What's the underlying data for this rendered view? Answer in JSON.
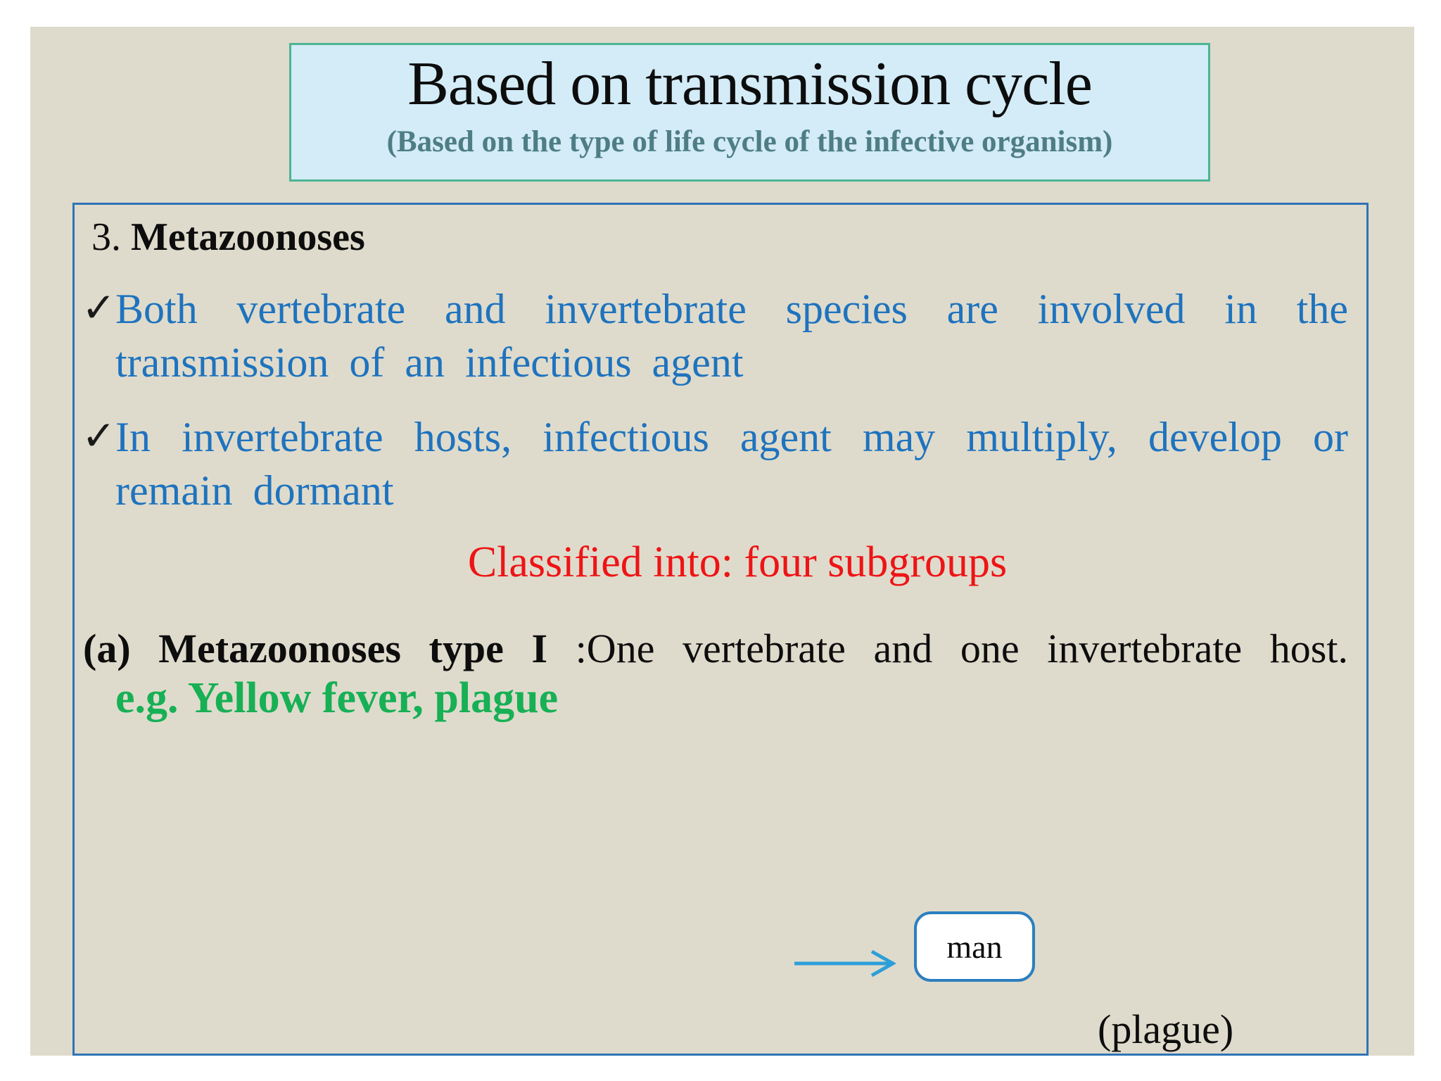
{
  "title_box": {
    "title": "Based on transmission cycle",
    "subtitle": "(Based on the type of life cycle of the infective organism)"
  },
  "content": {
    "heading_number": "3. ",
    "heading_word": "Metazoonoses",
    "bullet1": {
      "check": "✓",
      "line1": "Both vertebrate and invertebrate species are involved in the",
      "line2": "transmission of an infectious agent"
    },
    "bullet2": {
      "check": "✓",
      "line1": "In invertebrate hosts, infectious agent may multiply, develop or",
      "line2": "remain dormant"
    },
    "classification": "Classified into: four subgroups",
    "type_a_bold": "(a) Metazoonoses type I ",
    "type_a_rest": ":One vertebrate and one invertebrate host.",
    "example": "e.g. Yellow fever, plague",
    "man_label": "man",
    "plague_label": "(plague)"
  },
  "colors": {
    "beige": "#dfdbcc",
    "titlefill": "#d3ecf7",
    "titleborder": "#4db493",
    "boxborder": "#2e74b5",
    "bluetext": "#1e73be",
    "subtitle": "#4e7d86",
    "red": "#ee1416",
    "green": "#17b055",
    "arrow": "#2d9fd8",
    "manborder": "#2b7fc0"
  }
}
